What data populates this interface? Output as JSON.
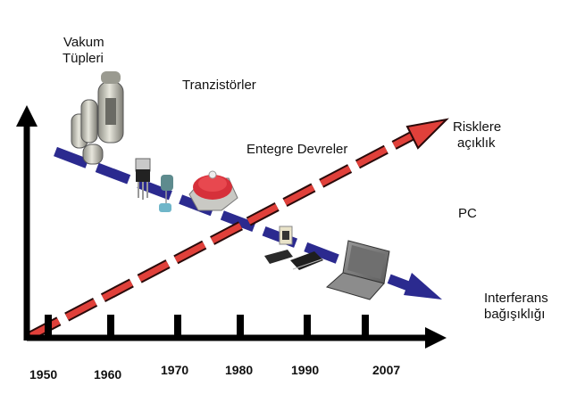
{
  "labels": {
    "vacuum_tubes_line1": "Vakum",
    "vacuum_tubes_line2": "Tüpleri",
    "transistors": "Tranzistörler",
    "integrated_circuits": "Entegre Devreler",
    "pc": "PC",
    "risk_line1": "Risklere",
    "risk_line2": "açıklık",
    "interference_line1": "Interferans",
    "interference_line2": "bağışıklığı"
  },
  "timeline": {
    "years": [
      "1950",
      "1960",
      "1970",
      "1980",
      "1990",
      "2007"
    ]
  },
  "colors": {
    "risk_arrow": "#e0403a",
    "risk_outline": "#2a0a0a",
    "immunity_arrow": "#2b2a8f",
    "axis": "#000000"
  },
  "illustrations": [
    "vacuum-tube",
    "transistor",
    "capacitor",
    "power-thyristor",
    "integrated-circuit",
    "microchip",
    "laptop-computer"
  ]
}
